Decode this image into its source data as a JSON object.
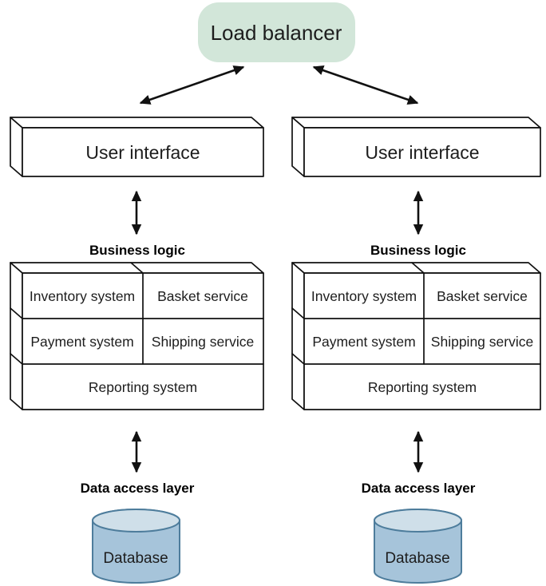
{
  "load_balancer": {
    "label": "Load balancer"
  },
  "columns": [
    {
      "ui_label": "User interface",
      "business_logic_title": "Business logic",
      "services": [
        "Inventory system",
        "Basket service",
        "Payment system",
        "Shipping service",
        "Reporting system"
      ],
      "data_access_title": "Data access layer",
      "database_label": "Database"
    },
    {
      "ui_label": "User interface",
      "business_logic_title": "Business logic",
      "services": [
        "Inventory system",
        "Basket service",
        "Payment system",
        "Shipping service",
        "Reporting system"
      ],
      "data_access_title": "Data access layer",
      "database_label": "Database"
    }
  ],
  "colors": {
    "lb_fill": "#d2e6d9",
    "box_fill": "#ffffff",
    "line": "#111111",
    "db_body": "#a6c4da",
    "db_top": "#cfdfe9",
    "db_stroke": "#4e7d9c",
    "text": "#1d1d1d"
  }
}
